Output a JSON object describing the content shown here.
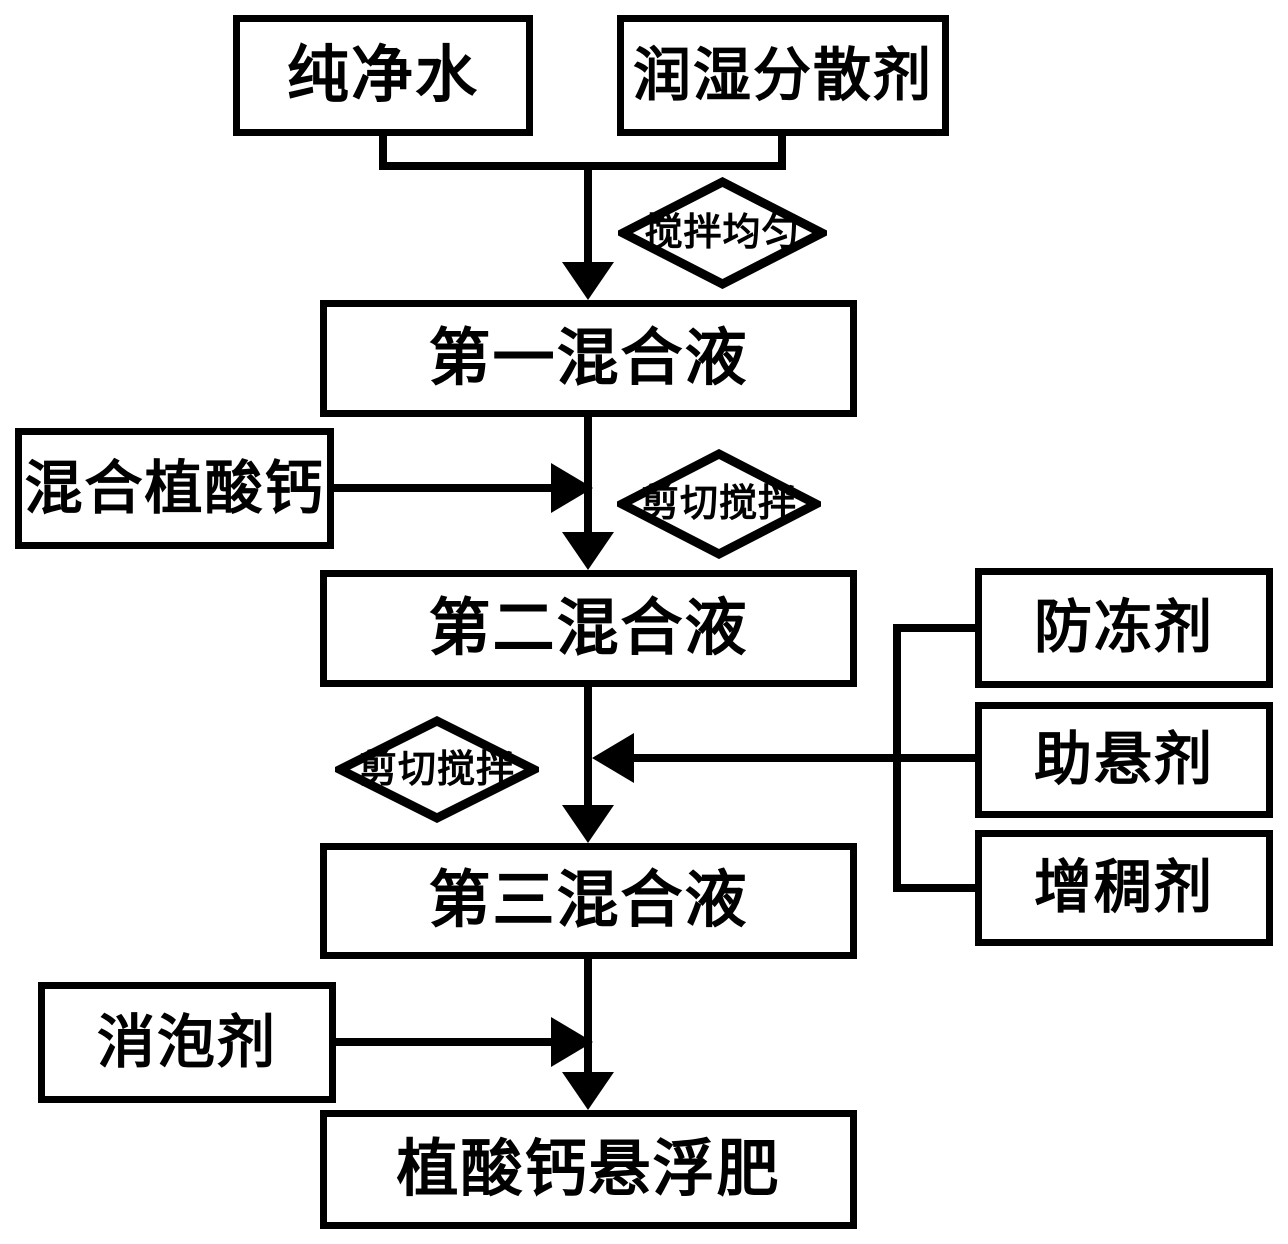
{
  "boxes": {
    "pure_water": "纯净水",
    "wetting_dispersant": "润湿分散剂",
    "first_mixture": "第一混合液",
    "mixed_calcium_phytate": "混合植酸钙",
    "second_mixture": "第二混合液",
    "antifreeze": "防冻剂",
    "suspending_agent": "助悬剂",
    "thickener": "增稠剂",
    "third_mixture": "第三混合液",
    "defoamer": "消泡剂",
    "final_product": "植酸钙悬浮肥"
  },
  "diamonds": {
    "stir_evenly": "搅拌均匀",
    "shear_stir_1": "剪切搅拌",
    "shear_stir_2": "剪切搅拌"
  },
  "colors": {
    "line": "#000000",
    "box_fill": "#ffffff",
    "text": "#000000",
    "background": "#ffffff"
  }
}
